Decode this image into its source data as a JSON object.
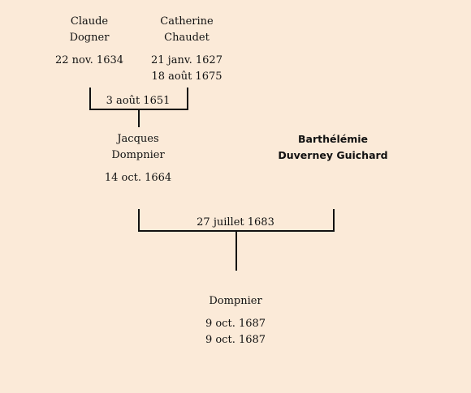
{
  "people": {
    "claude_dogner": {
      "first": "Claude",
      "last": "Dogner",
      "birth": "22 nov. 1634"
    },
    "catherine_chaudet": {
      "first": "Catherine",
      "last": "Chaudet",
      "birth": "21 janv. 1627",
      "death": "18 août 1675"
    },
    "jacques_dompnier": {
      "first": "Jacques",
      "last": "Dompnier",
      "birth": "14 oct. 1664"
    },
    "barthelemie": {
      "first": "Barthélémie",
      "last": "Duverney Guichard"
    },
    "child": {
      "last": "Dompnier",
      "birth": "9 oct. 1687",
      "death": "9 oct. 1687"
    }
  },
  "marriages": {
    "m1": "3 août 1651",
    "m2": "27 juillet 1683"
  }
}
